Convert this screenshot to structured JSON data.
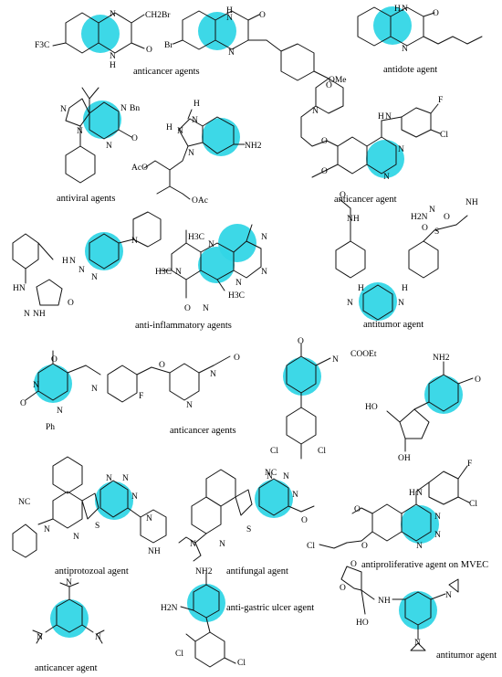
{
  "captions": [
    {
      "id": "cap-anticancer-agents-1",
      "text": "anticancer agents"
    },
    {
      "id": "cap-antidote-agent",
      "text": "antidote agent"
    },
    {
      "id": "cap-antiviral-agents",
      "text": "antiviral agents"
    },
    {
      "id": "cap-anticancer-agent-1",
      "text": "anticancer agent"
    },
    {
      "id": "cap-anti-inflammatory-agents",
      "text": "anti-inflammatory agents"
    },
    {
      "id": "cap-antitumor-agent-1",
      "text": "antitumor agent"
    },
    {
      "id": "cap-anticancer-agents-2",
      "text": "anticancer agents"
    },
    {
      "id": "cap-antiprotozoal-agent",
      "text": "antiprotozoal agent"
    },
    {
      "id": "cap-antifungal-agent",
      "text": "antifungal agent"
    },
    {
      "id": "cap-antiproliferative-agent",
      "text": "antiproliferative agent on MVEC"
    },
    {
      "id": "cap-anticancer-agent-2",
      "text": "anticancer agent"
    },
    {
      "id": "cap-anti-gastric-ulcer-agent",
      "text": "anti-gastric ulcer agent"
    },
    {
      "id": "cap-antitumor-agent-2",
      "text": "antitumor agent"
    }
  ],
  "labels": {
    "n": "N",
    "h": "H",
    "o": "O",
    "s": "S",
    "f": "F",
    "cl": "Cl",
    "nh": "NH",
    "ch2br": "CH2Br",
    "f3c": "F3C",
    "br": "Br",
    "ome": "OMe",
    "bn": "Bn",
    "nh2": "NH2",
    "h2n": "H2N",
    "aco": "AcO",
    "oac": "OAc",
    "h3c": "H3C",
    "ph": "Ph",
    "cooet": "COOEt",
    "nc": "NC",
    "oh": "OH",
    "ho": "HO",
    "hn": "HN"
  }
}
